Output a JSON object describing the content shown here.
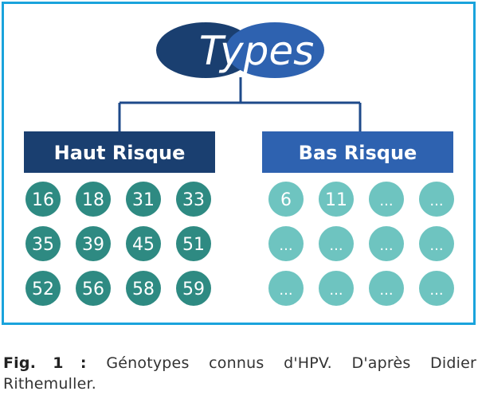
{
  "title": "Types",
  "groups": [
    {
      "label": "Haut Risque",
      "items": [
        "16",
        "18",
        "31",
        "33",
        "35",
        "39",
        "45",
        "51",
        "52",
        "56",
        "58",
        "59"
      ]
    },
    {
      "label": "Bas Risque",
      "items": [
        "6",
        "11",
        "...",
        "...",
        "...",
        "...",
        "...",
        "...",
        "...",
        "...",
        "...",
        "..."
      ]
    }
  ],
  "caption": {
    "label": "Fig. 1 :",
    "text": "Génotypes connus d'HPV. D'après Didier Rithemuller."
  },
  "colors": {
    "frame": "#1aa3dc",
    "title_left_ellipse": "#1a3f70",
    "title_right_ellipse": "#2e62b0",
    "connector": "#1e4a8a",
    "high_risk_box": "#1a3f70",
    "low_risk_box": "#2e62b0",
    "high_risk_circle": "#2e8a82",
    "low_risk_circle": "#6ec4c0"
  }
}
